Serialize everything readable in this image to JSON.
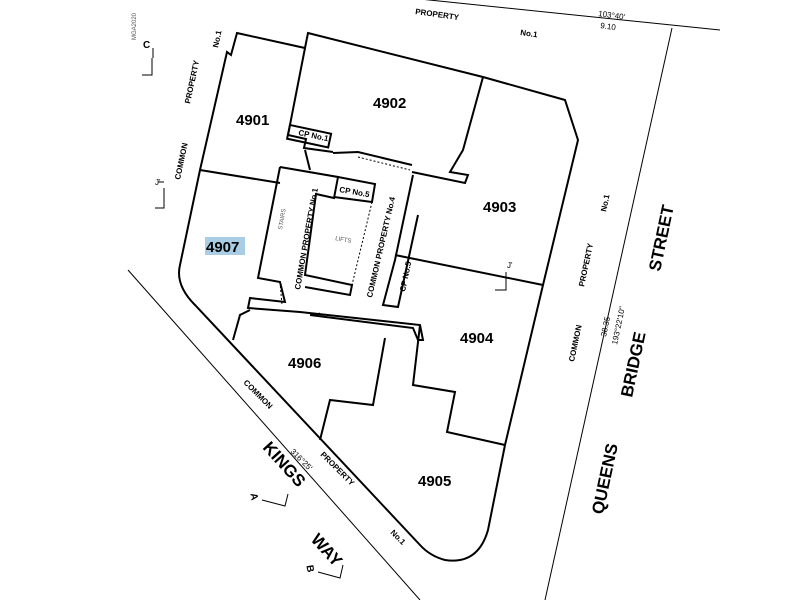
{
  "lots": [
    "4901",
    "4902",
    "4903",
    "4904",
    "4905",
    "4906",
    "4907"
  ],
  "highlighted_lot": "4907",
  "highlight_color": "#a9cde4",
  "labels": {
    "cp1": "CP No.1",
    "cp5": "CP No.5",
    "common": "COMMON",
    "property": "PROPERTY",
    "no1": "No.1",
    "common_property_no1": "COMMON PROPERTY No.1",
    "common_property_no4": "COMMON PROPERTY No.4",
    "cp_no5_vertical": "CP No.5",
    "stairs": "STAIRS",
    "lifts": "LIFTS",
    "mga": "MGA2020"
  },
  "streets": {
    "kings": "KINGS",
    "way": "WAY",
    "queens": "QUEENS",
    "bridge": "BRIDGE",
    "street": "STREET"
  },
  "bearings": {
    "top_bearing": "103°40'",
    "top_distance": "9.10",
    "right_distance": "38.35",
    "right_bearing": "193°22'10\"",
    "left_bearing": "316°25'"
  },
  "sections": {
    "a": "A",
    "b": "B",
    "c": "C",
    "j": "J'",
    "j2": "J'"
  }
}
